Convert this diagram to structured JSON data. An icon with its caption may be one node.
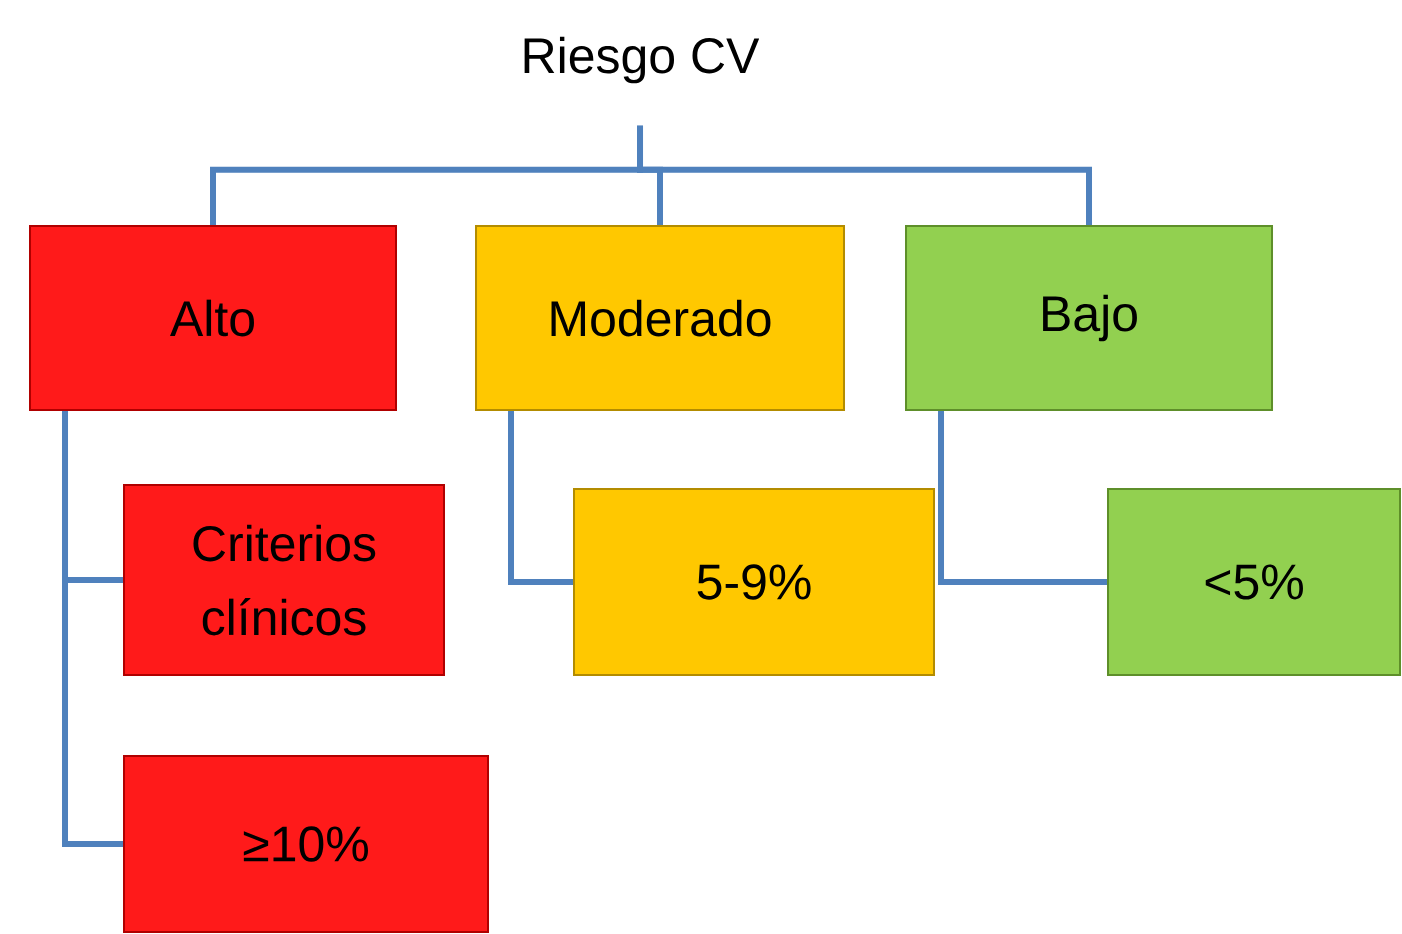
{
  "diagram": {
    "nodes": [
      {
        "text": [
          "Riesgo CV"
        ]
      },
      {
        "text": [
          "Alto"
        ]
      },
      {
        "text": [
          "Moderado"
        ]
      },
      {
        "text": [
          "Bajo"
        ]
      },
      {
        "text": [
          "Criterios clínicos"
        ]
      },
      {
        "text": [
          "5-9%"
        ]
      },
      {
        "text": [
          "<5%"
        ]
      },
      {
        "text": [
          "≥10%"
        ]
      }
    ],
    "edges": [
      {
        "from": 0,
        "to": 1,
        "arrow": "none"
      },
      {
        "from": 0,
        "to": 2,
        "arrow": "none"
      },
      {
        "from": 0,
        "to": 3,
        "arrow": "none"
      },
      {
        "from": 1,
        "to": 4,
        "arrow": "none"
      },
      {
        "from": 1,
        "to": 7,
        "arrow": "none"
      },
      {
        "from": 2,
        "to": 5,
        "arrow": "none"
      },
      {
        "from": 3,
        "to": 6,
        "arrow": "none"
      }
    ]
  }
}
